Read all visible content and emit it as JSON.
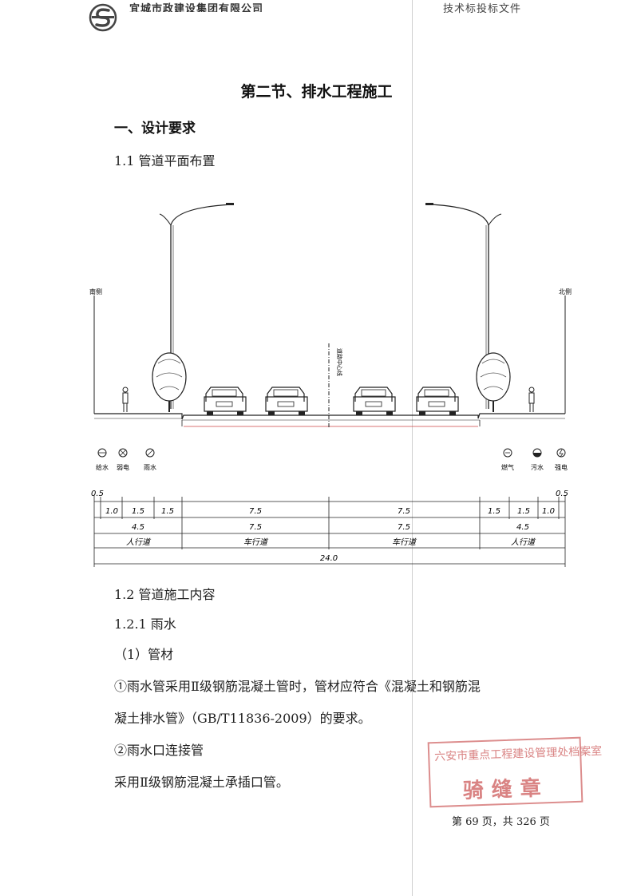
{
  "header": {
    "company": "宜城市政建设集团有限公司",
    "doc_type": "技术标投标文件"
  },
  "section_title": "第二节、排水工程施工",
  "heading_1": "一、设计要求",
  "sub_1_1": "1.1 管道平面布置",
  "drawing": {
    "side_left": "南侧",
    "side_right": "北侧",
    "centerline_label": "道路中心线",
    "utilities_left": [
      "给水",
      "弱电",
      "雨水"
    ],
    "utilities_right": [
      "燃气",
      "污水",
      "强电"
    ],
    "dims_row1": [
      "0.5",
      "1.0",
      "1.5",
      "1.5",
      "7.5",
      "7.5",
      "1.5",
      "1.5",
      "1.0",
      "0.5"
    ],
    "dims_row2": [
      "4.5",
      "7.5",
      "7.5",
      "4.5"
    ],
    "labels_row3": [
      "人行道",
      "车行道",
      "车行道",
      "人行道"
    ],
    "total_width": "24.0"
  },
  "sub_1_2": "1.2 管道施工内容",
  "sub_1_2_1": "1.2.1 雨水",
  "item_1": "（1）管材",
  "para_1_line1": "①雨水管采用Ⅱ级钢筋混凝土管时，管材应符合《混凝土和钢筋混",
  "para_1_line2": "凝土排水管》（GB/T11836-2009）的要求。",
  "item_2": "②雨水口连接管",
  "para_2": "采用Ⅱ级钢筋混凝土承插口管。",
  "stamp": {
    "line1": "六安市重点工程建设管理处档案室",
    "line2": "骑缝章"
  },
  "page_number": "第 69 页，共 326 页"
}
